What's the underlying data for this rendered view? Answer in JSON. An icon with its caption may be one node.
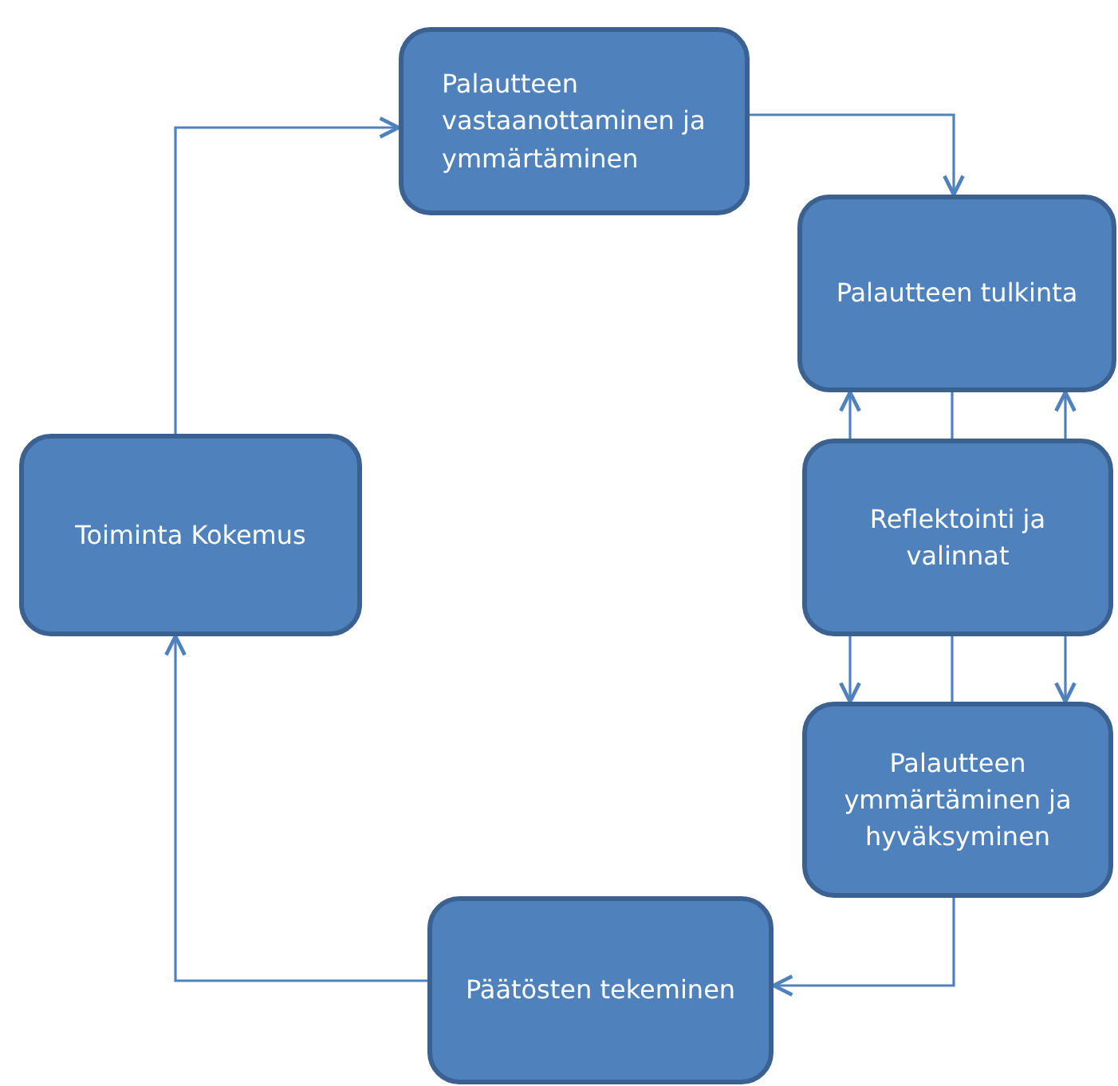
{
  "diagram": {
    "nodes": [
      {
        "text": [
          "Palautteen vastaanottaminen ja ymmärtäminen"
        ]
      },
      {
        "text": [
          "Palautteen tulkinta"
        ]
      },
      {
        "text": [
          "Reflektointi ja valinnat"
        ]
      },
      {
        "text": [
          "Palautteen ymmärtäminen ja hyväksyminen"
        ]
      },
      {
        "text": [
          "Päätösten tekeminen"
        ]
      },
      {
        "text": [
          "Toiminta Kokemus"
        ]
      }
    ],
    "edges": [
      {
        "from": 0,
        "to": 1,
        "arrow": "to"
      },
      {
        "from": 2,
        "to": 1,
        "arrow": "to"
      },
      {
        "from": 2,
        "to": 1,
        "arrow": "none"
      },
      {
        "from": 2,
        "to": 1,
        "arrow": "to"
      },
      {
        "from": 2,
        "to": 3,
        "arrow": "to"
      },
      {
        "from": 2,
        "to": 3,
        "arrow": "none"
      },
      {
        "from": 2,
        "to": 3,
        "arrow": "to"
      },
      {
        "from": 3,
        "to": 4,
        "arrow": "to"
      },
      {
        "from": 4,
        "to": 5,
        "arrow": "to"
      },
      {
        "from": 5,
        "to": 0,
        "arrow": "to"
      }
    ]
  }
}
